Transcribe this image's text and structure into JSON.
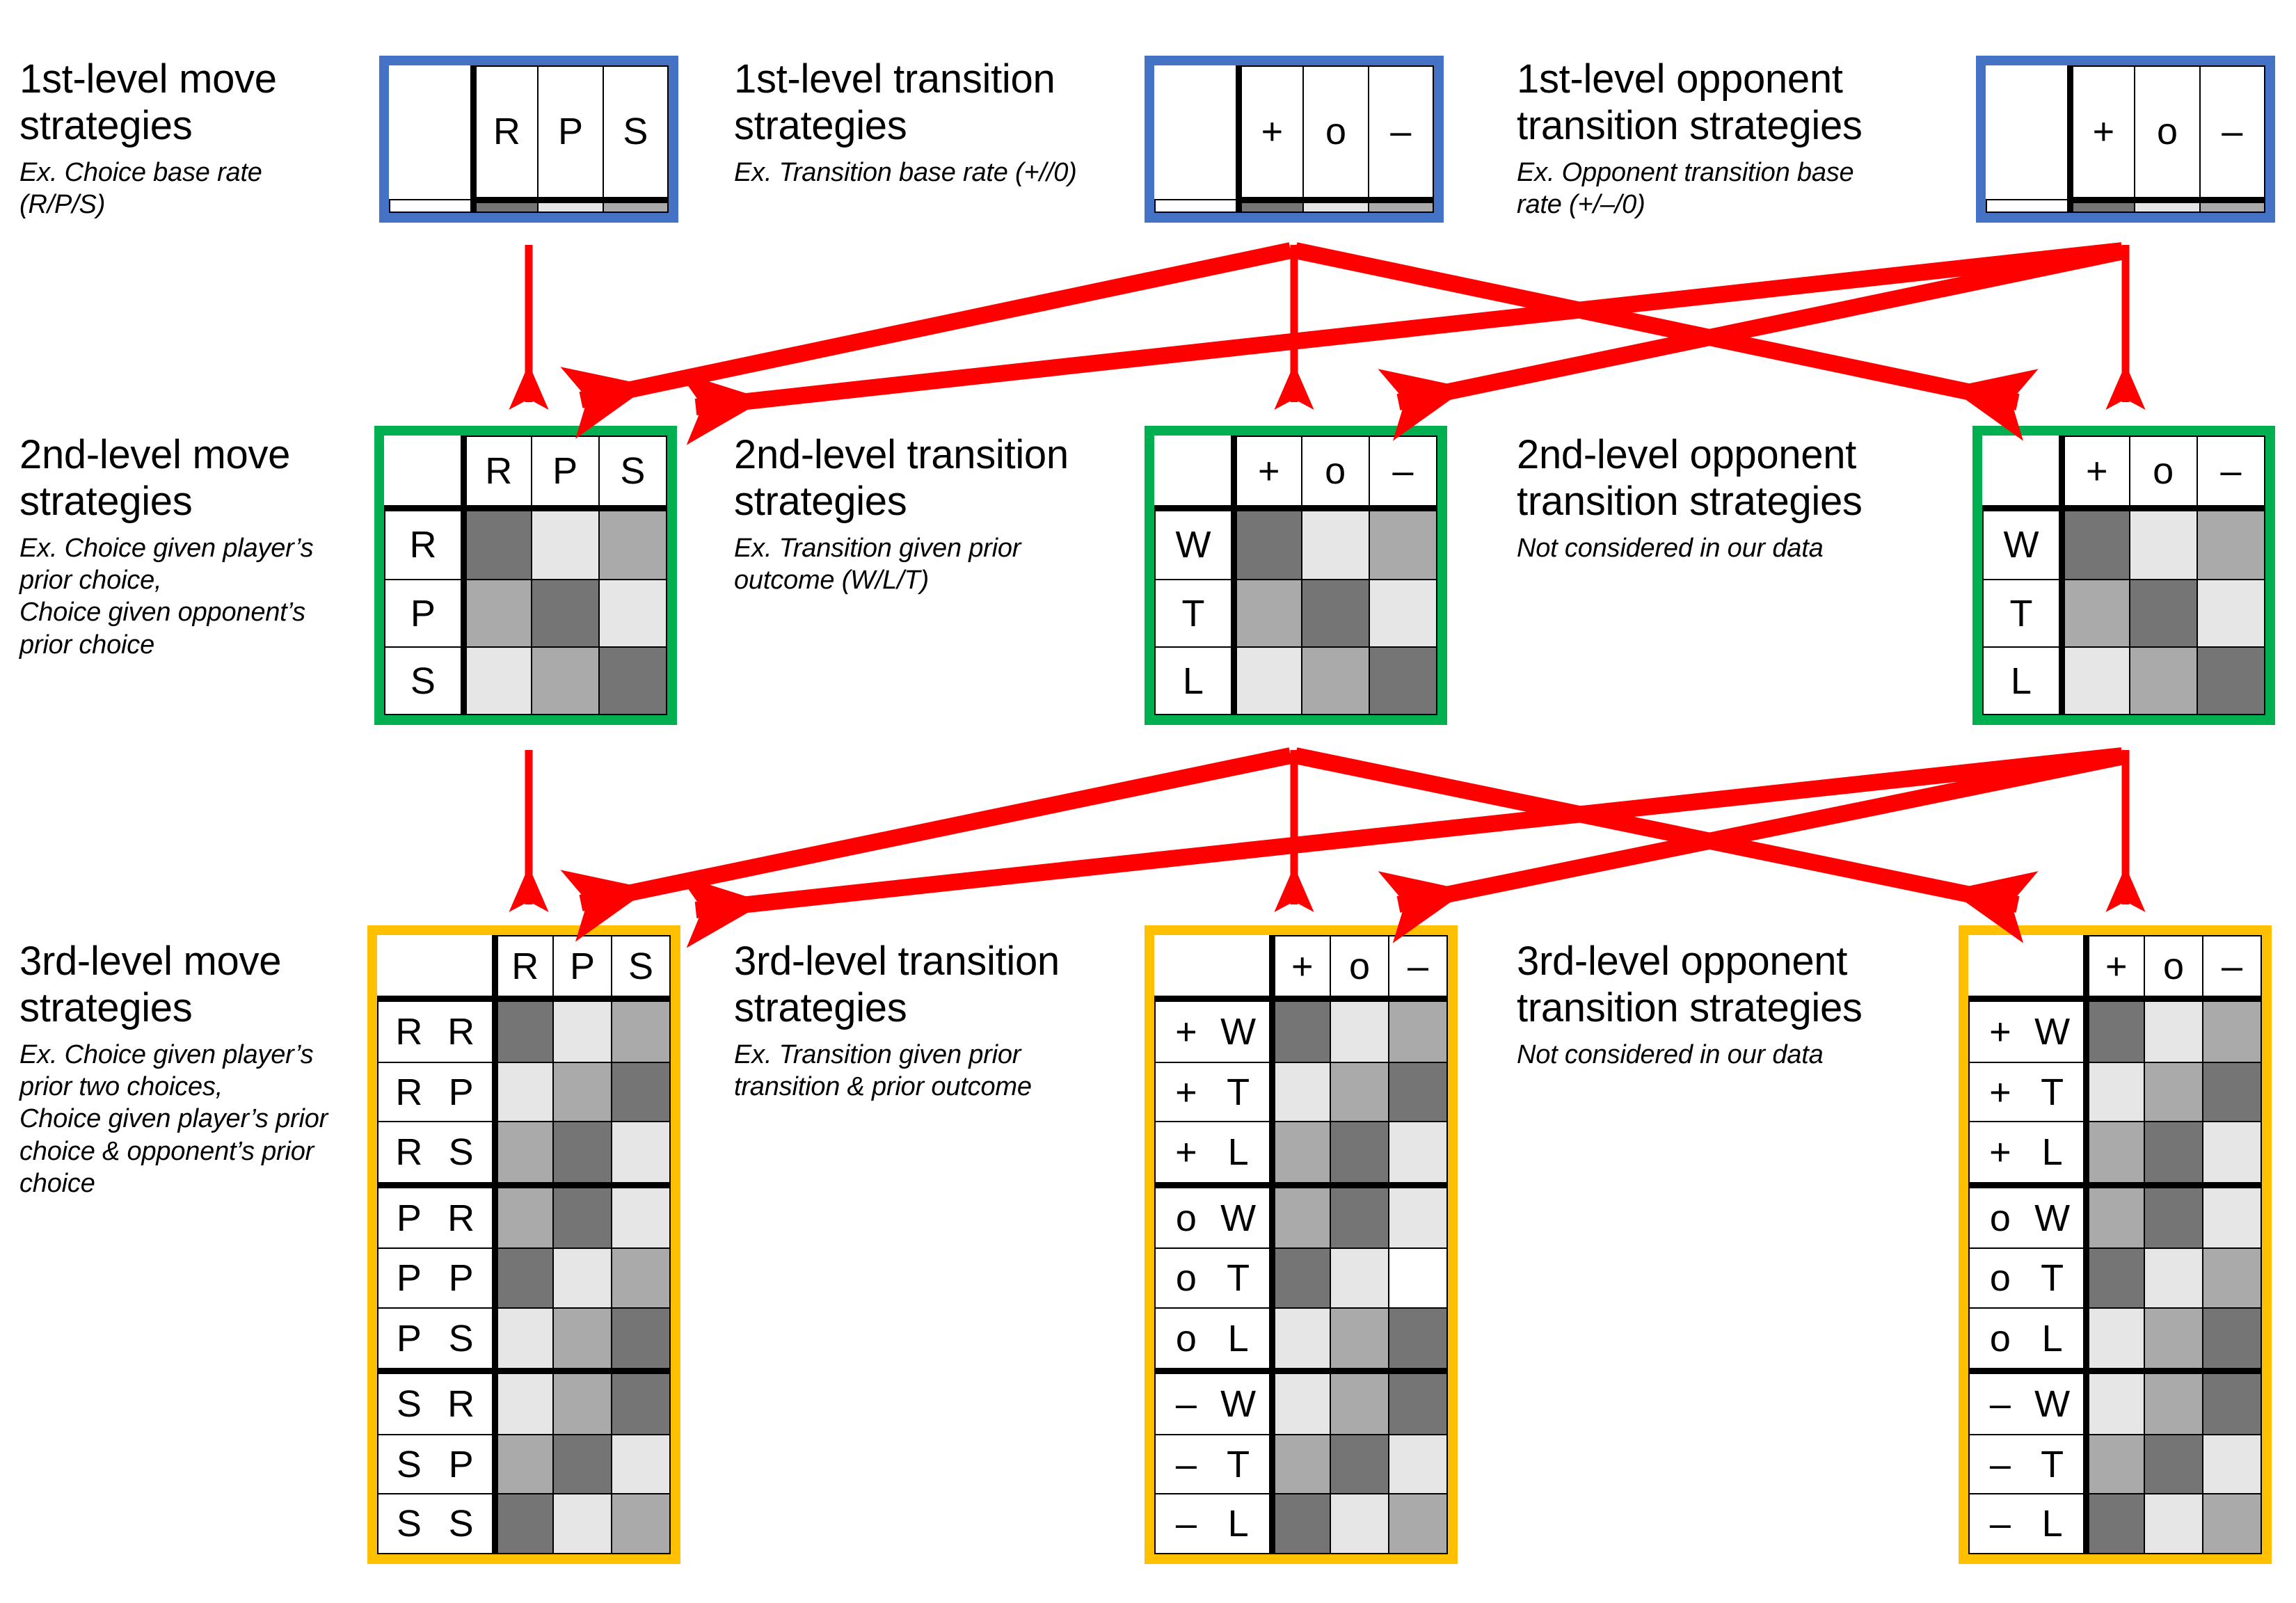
{
  "colors": {
    "level1_border": "#4472c4",
    "level2_border": "#00b050",
    "level3_border": "#ffc000",
    "arrow": "#ff0000",
    "cell_dark": "#757575",
    "cell_medium": "#abaaaa",
    "cell_light": "#e7e6e6",
    "cell_white": "#ffffff"
  },
  "panels": {
    "l1_move": {
      "title": "1st-level move strategies",
      "subtitle": "Ex. Choice base rate (R/P/S)",
      "col_headers": [
        "R",
        "P",
        "S"
      ],
      "row_labels": [
        ""
      ],
      "cells": [
        [
          "dark",
          "light",
          "medium"
        ]
      ]
    },
    "l1_transition": {
      "title": "1st-level transition strategies",
      "subtitle": "Ex. Transition base rate (+//0)",
      "col_headers": [
        "+",
        "o",
        "–"
      ],
      "row_labels": [
        ""
      ],
      "cells": [
        [
          "dark",
          "light",
          "medium"
        ]
      ]
    },
    "l1_opponent": {
      "title": "1st-level opponent transition strategies",
      "subtitle": "Ex. Opponent transition base rate (+/–/0)",
      "col_headers": [
        "+",
        "o",
        "–"
      ],
      "row_labels": [
        ""
      ],
      "cells": [
        [
          "dark",
          "light",
          "medium"
        ]
      ]
    },
    "l2_move": {
      "title": "2nd-level move strategies",
      "subtitle": "Ex. Choice given player’s prior choice, Choice given opponent’s prior choice",
      "col_headers": [
        "R",
        "P",
        "S"
      ],
      "row_labels": [
        "R",
        "P",
        "S"
      ],
      "cells": [
        [
          "dark",
          "light",
          "medium"
        ],
        [
          "medium",
          "dark",
          "light"
        ],
        [
          "light",
          "medium",
          "dark"
        ]
      ]
    },
    "l2_transition": {
      "title": "2nd-level transition strategies",
      "subtitle": "Ex. Transition given prior outcome (W/L/T)",
      "col_headers": [
        "+",
        "o",
        "–"
      ],
      "row_labels": [
        "W",
        "T",
        "L"
      ],
      "cells": [
        [
          "dark",
          "light",
          "medium"
        ],
        [
          "medium",
          "dark",
          "light"
        ],
        [
          "light",
          "medium",
          "dark"
        ]
      ]
    },
    "l2_opponent": {
      "title": "2nd-level opponent transition strategies",
      "subtitle": "Not considered in our data",
      "col_headers": [
        "+",
        "o",
        "–"
      ],
      "row_labels": [
        "W",
        "T",
        "L"
      ],
      "cells": [
        [
          "dark",
          "light",
          "medium"
        ],
        [
          "medium",
          "dark",
          "light"
        ],
        [
          "light",
          "medium",
          "dark"
        ]
      ]
    },
    "l3_move": {
      "title": "3rd-level move strategies",
      "subtitle": "Ex. Choice given player’s prior two choices, Choice given player’s prior choice & opponent’s prior choice",
      "col_headers": [
        "R",
        "P",
        "S"
      ],
      "row_labels": [
        [
          "R",
          "R"
        ],
        [
          "R",
          "P"
        ],
        [
          "R",
          "S"
        ],
        [
          "P",
          "R"
        ],
        [
          "P",
          "P"
        ],
        [
          "P",
          "S"
        ],
        [
          "S",
          "R"
        ],
        [
          "S",
          "P"
        ],
        [
          "S",
          "S"
        ]
      ],
      "cells": [
        [
          "dark",
          "light",
          "medium"
        ],
        [
          "light",
          "medium",
          "dark"
        ],
        [
          "medium",
          "dark",
          "light"
        ],
        [
          "medium",
          "dark",
          "light"
        ],
        [
          "dark",
          "light",
          "medium"
        ],
        [
          "light",
          "medium",
          "dark"
        ],
        [
          "light",
          "medium",
          "dark"
        ],
        [
          "medium",
          "dark",
          "light"
        ],
        [
          "dark",
          "light",
          "medium"
        ]
      ]
    },
    "l3_transition": {
      "title": "3rd-level transition strategies",
      "subtitle": "Ex. Transition given prior transition & prior outcome",
      "col_headers": [
        "+",
        "o",
        "–"
      ],
      "row_labels": [
        [
          "+",
          "W"
        ],
        [
          "+",
          "T"
        ],
        [
          "+",
          "L"
        ],
        [
          "o",
          "W"
        ],
        [
          "o",
          "T"
        ],
        [
          "o",
          "L"
        ],
        [
          "–",
          "W"
        ],
        [
          "–",
          "T"
        ],
        [
          "–",
          "L"
        ]
      ],
      "cells": [
        [
          "dark",
          "light",
          "medium"
        ],
        [
          "light",
          "medium",
          "dark"
        ],
        [
          "medium",
          "dark",
          "light"
        ],
        [
          "medium",
          "dark",
          "light"
        ],
        [
          "dark",
          "light",
          "white"
        ],
        [
          "light",
          "medium",
          "dark"
        ],
        [
          "light",
          "medium",
          "dark"
        ],
        [
          "medium",
          "dark",
          "light"
        ],
        [
          "dark",
          "light",
          "medium"
        ]
      ]
    },
    "l3_opponent": {
      "title": "3rd-level opponent transition strategies",
      "subtitle": "Not considered in our data",
      "col_headers": [
        "+",
        "o",
        "–"
      ],
      "row_labels": [
        [
          "+",
          "W"
        ],
        [
          "+",
          "T"
        ],
        [
          "+",
          "L"
        ],
        [
          "o",
          "W"
        ],
        [
          "o",
          "T"
        ],
        [
          "o",
          "L"
        ],
        [
          "–",
          "W"
        ],
        [
          "–",
          "T"
        ],
        [
          "–",
          "L"
        ]
      ],
      "cells": [
        [
          "dark",
          "light",
          "medium"
        ],
        [
          "light",
          "medium",
          "dark"
        ],
        [
          "medium",
          "dark",
          "light"
        ],
        [
          "medium",
          "dark",
          "light"
        ],
        [
          "dark",
          "light",
          "medium"
        ],
        [
          "light",
          "medium",
          "dark"
        ],
        [
          "light",
          "medium",
          "dark"
        ],
        [
          "medium",
          "dark",
          "light"
        ],
        [
          "dark",
          "light",
          "medium"
        ]
      ]
    }
  },
  "title_parts": {
    "l1_move_line1": "1st-level move",
    "l1_move_line2": "strategies",
    "l1_move_sub1": "Ex. Choice base rate",
    "l1_move_sub2": "(R/P/S)",
    "l1_tr_line1": "1st-level transition",
    "l1_tr_line2": "strategies",
    "l1_tr_sub1": "Ex. Transition base rate (+//0)",
    "l1_op_line1": "1st-level opponent",
    "l1_op_line2": "transition strategies",
    "l1_op_sub1": "Ex. Opponent transition base",
    "l1_op_sub2": "rate (+/–/0)",
    "l2_move_line1": "2nd-level move",
    "l2_move_line2": "strategies",
    "l2_move_sub1": "Ex. Choice given player’s",
    "l2_move_sub2": "prior choice,",
    "l2_move_sub3": "Choice given opponent’s",
    "l2_move_sub4": "prior choice",
    "l2_tr_line1": "2nd-level transition",
    "l2_tr_line2": "strategies",
    "l2_tr_sub1": "Ex. Transition given prior",
    "l2_tr_sub2": "outcome (W/L/T)",
    "l2_op_line1": "2nd-level opponent",
    "l2_op_line2": "transition strategies",
    "l2_op_sub1": "Not considered in our data",
    "l3_move_line1": "3rd-level move",
    "l3_move_line2": "strategies",
    "l3_move_sub1": "Ex. Choice given player’s",
    "l3_move_sub2": "prior two choices,",
    "l3_move_sub3": "Choice given player’s prior",
    "l3_move_sub4": "choice & opponent’s prior",
    "l3_move_sub5": "choice",
    "l3_tr_line1": "3rd-level transition",
    "l3_tr_line2": "strategies",
    "l3_tr_sub1": "Ex. Transition given prior",
    "l3_tr_sub2": "transition & prior outcome",
    "l3_op_line1": "3rd-level opponent",
    "l3_op_line2": "transition strategies",
    "l3_op_sub1": "Not considered in our data"
  }
}
